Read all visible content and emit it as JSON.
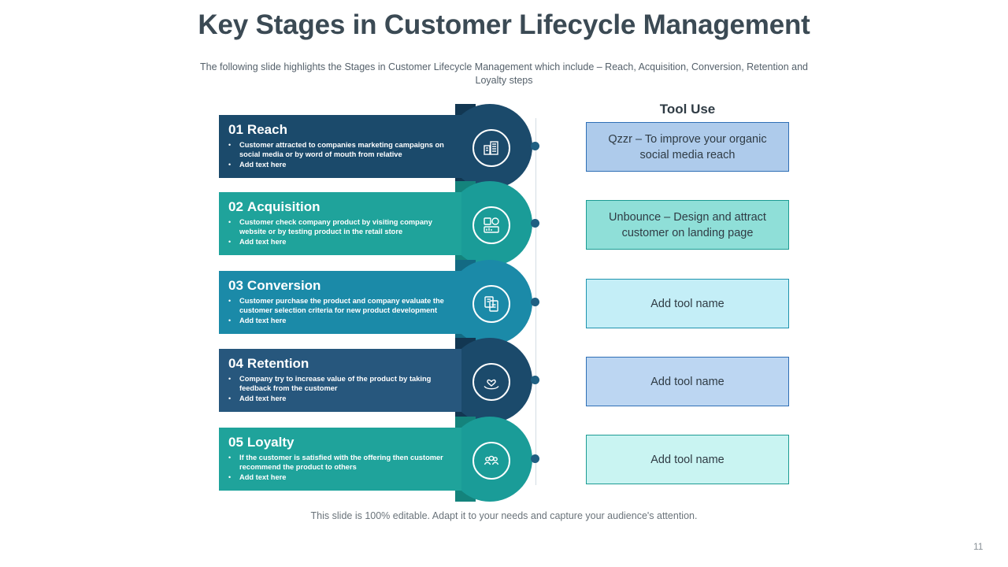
{
  "slide": {
    "title": "Key Stages in Customer Lifecycle Management",
    "subtitle": "The following  slide highlights the Stages in Customer Lifecycle Management which include – Reach,  Acquisition, Conversion,  Retention and Loyalty steps",
    "footer_note": "This slide is 100% editable. Adapt it to your needs and capture your audience's attention.",
    "page_number": "11"
  },
  "tool_column": {
    "header": "Tool Use",
    "boxes": [
      {
        "text": "Qzzr – To  improve your organic social media reach",
        "fill": "#aecbeb",
        "border": "#2f6fb5"
      },
      {
        "text": "Unbounce – Design and attract customer on landing page",
        "fill": "#8fdfd8",
        "border": "#1c9b93"
      },
      {
        "text": "Add tool name",
        "fill": "#c4eef7",
        "border": "#1f93ae"
      },
      {
        "text": "Add tool name",
        "fill": "#bcd6f2",
        "border": "#2f6fb5"
      },
      {
        "text": "Add tool name",
        "fill": "#c9f4f2",
        "border": "#1c9b93"
      }
    ]
  },
  "stages": [
    {
      "number": "01",
      "title": "Reach",
      "bullets": [
        "Customer attracted to companies marketing  campaigns on social media  or by word of mouth from relative",
        "Add text here"
      ],
      "banner_color": "#1b4a6b",
      "circle_color": "#1b4a6b",
      "tail_color": "#123752",
      "icon": "factory-icon"
    },
    {
      "number": "02",
      "title": "Acquisition",
      "bullets": [
        "Customer check company product by visiting company website or by testing product in the retail store",
        "Add text here"
      ],
      "banner_color": "#1fa39b",
      "circle_color": "#1a9c98",
      "tail_color": "#14837c",
      "icon": "analytics-box-icon"
    },
    {
      "number": "03",
      "title": "Conversion",
      "bullets": [
        "Customer purchase the product and company evaluate the customer selection criteria for new product development",
        "Add text here"
      ],
      "banner_color": "#1b8aa8",
      "circle_color": "#1b8aa8",
      "tail_color": "#136a83",
      "icon": "document-transfer-icon"
    },
    {
      "number": "04",
      "title": "Retention",
      "bullets": [
        "Company try to increase value of the product by taking feedback from the customer",
        "Add text here"
      ],
      "banner_color": "#27577d",
      "circle_color": "#1b4a6b",
      "tail_color": "#123752",
      "icon": "hand-heart-icon"
    },
    {
      "number": "05",
      "title": "Loyalty",
      "bullets": [
        "If the customer is satisfied with the offering then customer recommend the product to others",
        "Add text here"
      ],
      "banner_color": "#1fa39b",
      "circle_color": "#1a9c98",
      "tail_color": "#14837c",
      "icon": "customer-group-icon"
    }
  ],
  "bullet_glyph": "•"
}
